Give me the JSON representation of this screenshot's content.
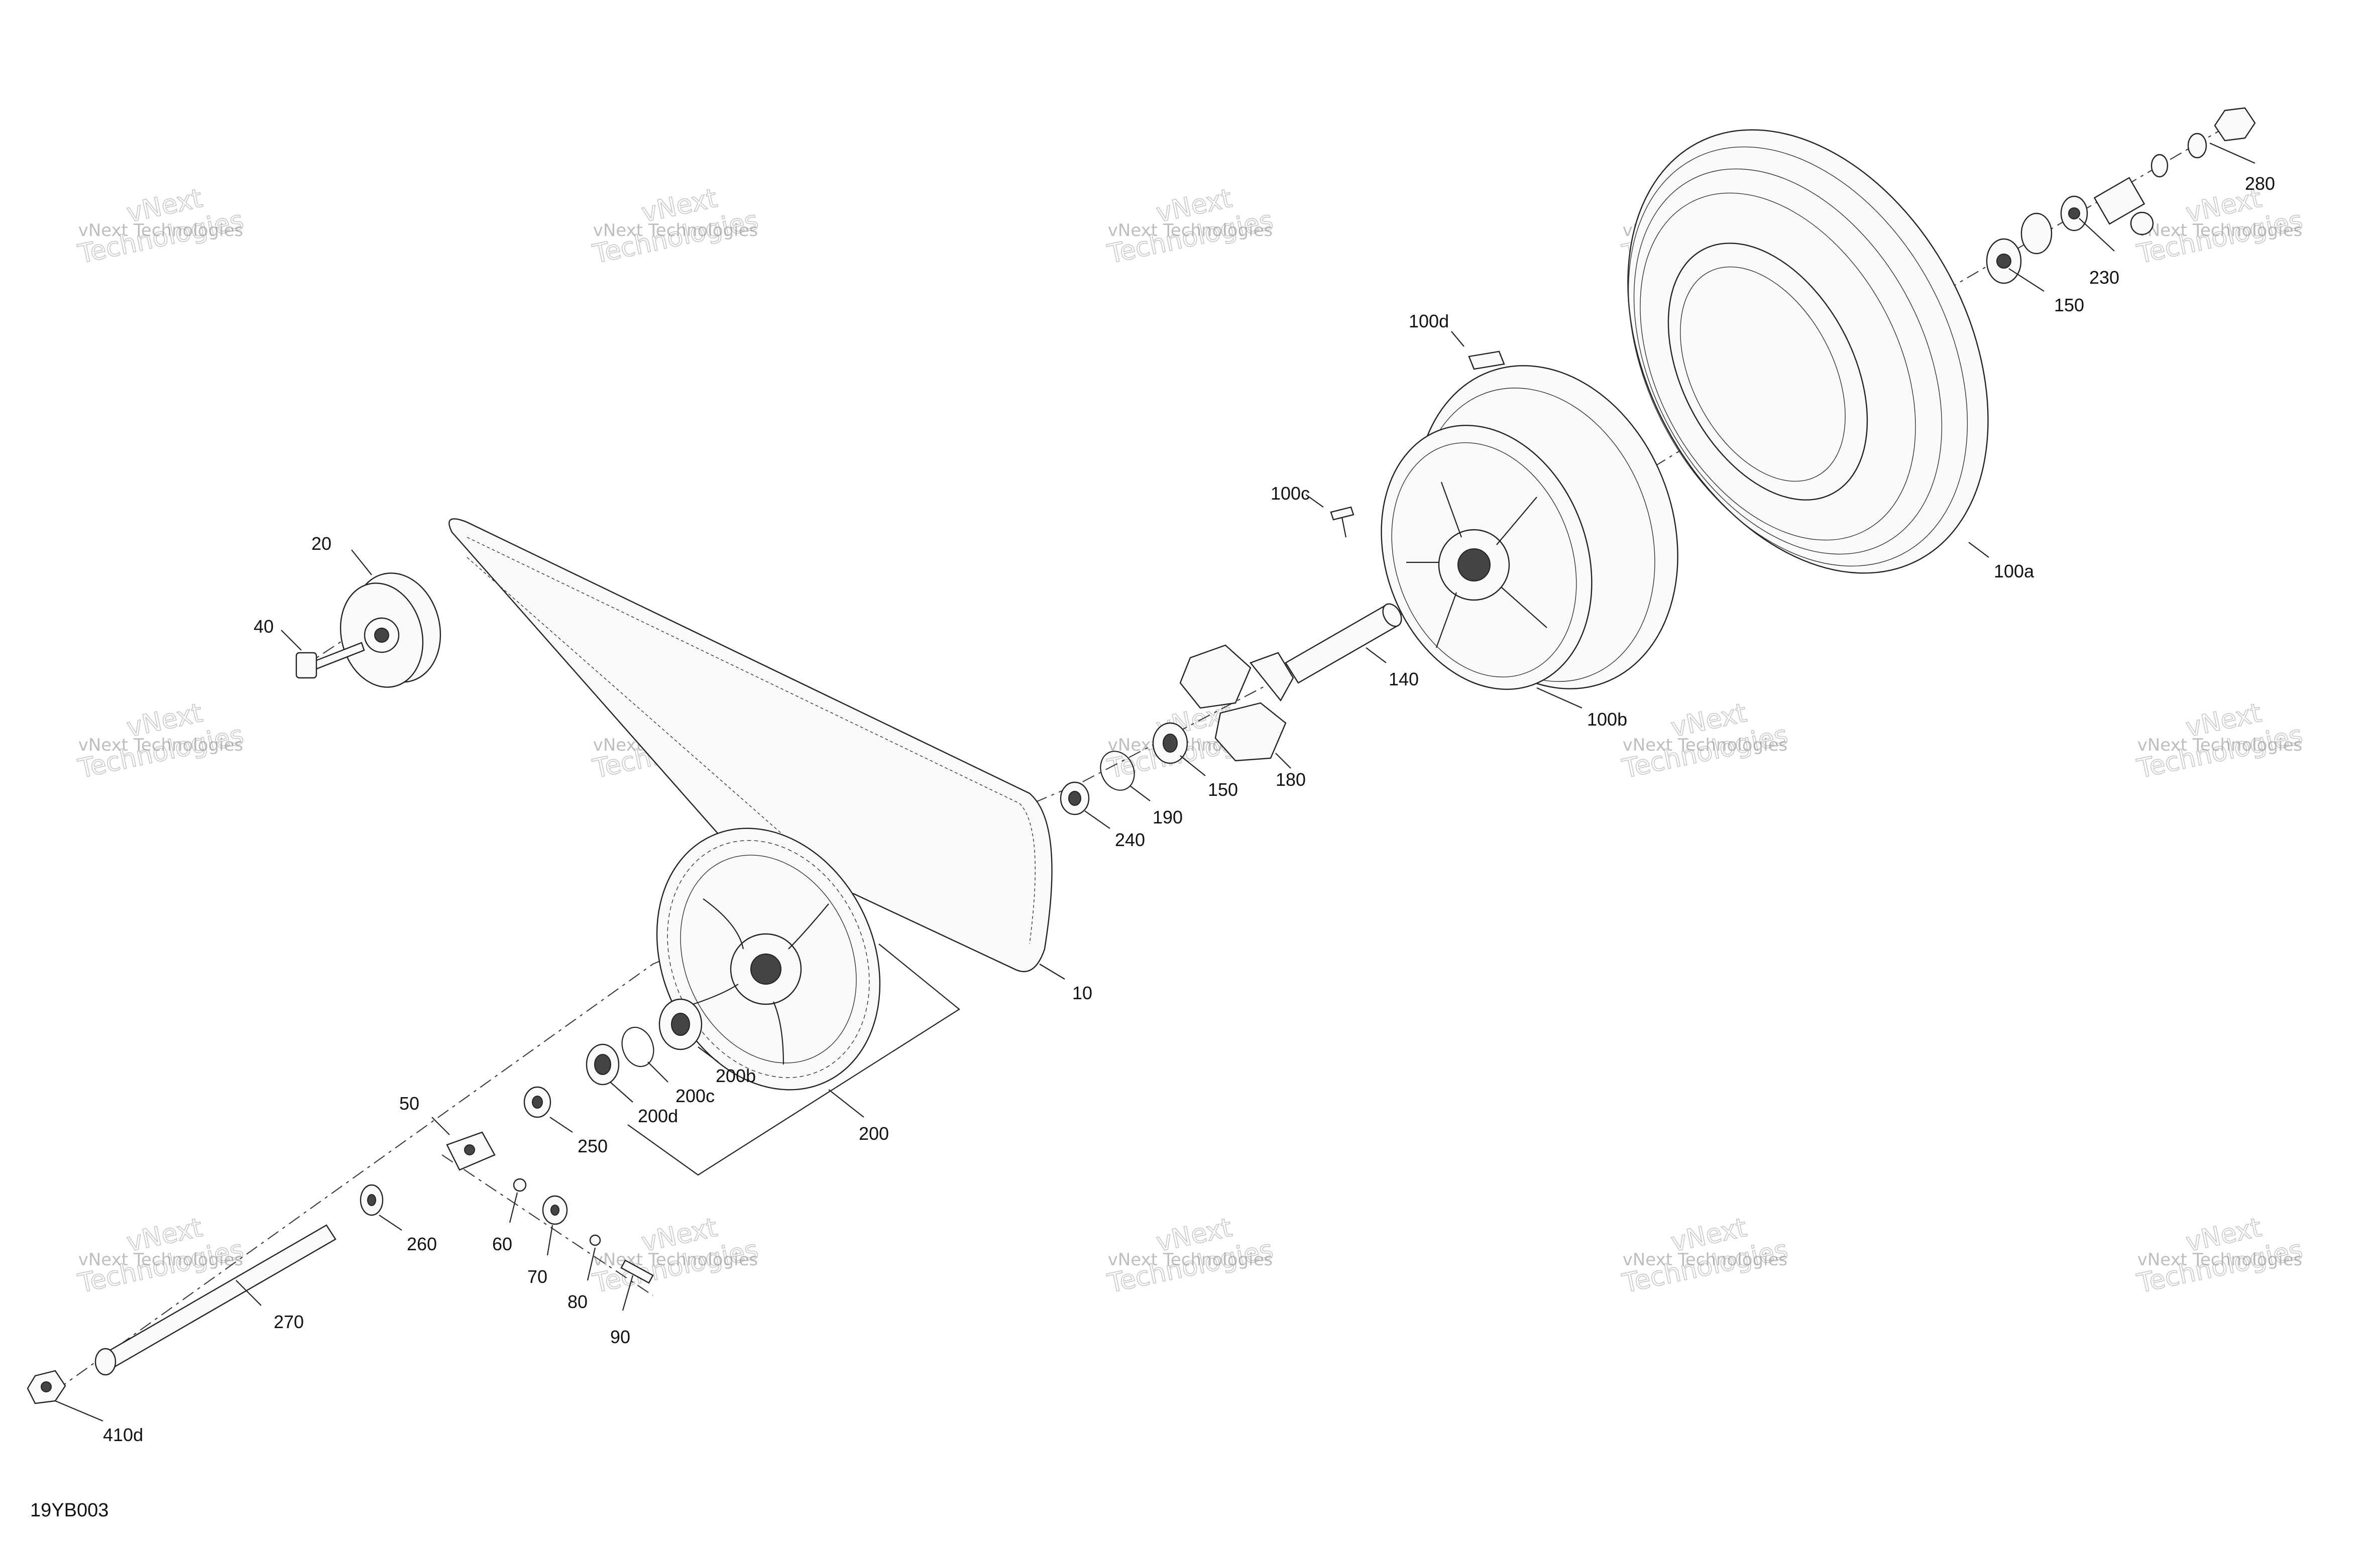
{
  "diagram": {
    "code": "19YB003",
    "watermark": {
      "line1": "vNext",
      "line2": "Technologies",
      "small": "vNext Technologies"
    },
    "callouts": [
      "280",
      "230",
      "150",
      "100d",
      "100c",
      "100a",
      "20",
      "40",
      "140",
      "100b",
      "150",
      "180",
      "190",
      "240",
      "10",
      "200b",
      "200c",
      "200d",
      "200",
      "50",
      "250",
      "260",
      "60",
      "70",
      "80",
      "90",
      "270",
      "410d"
    ]
  }
}
